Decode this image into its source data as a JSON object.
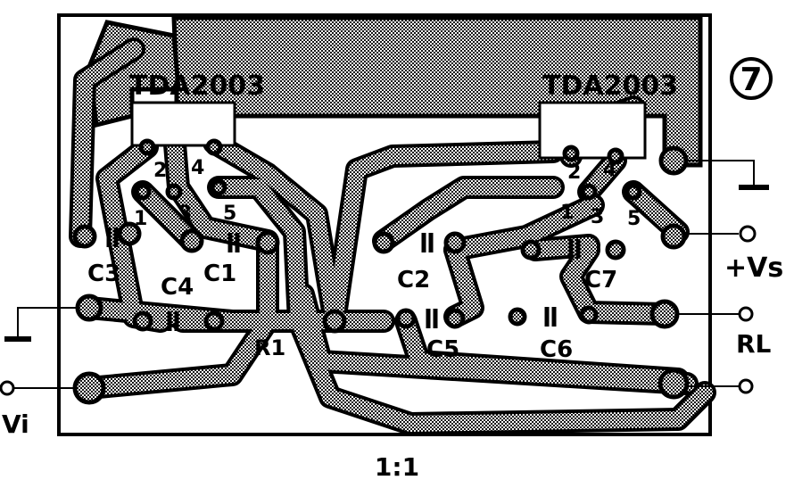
{
  "figure_number": "7",
  "ic_left": {
    "label": "TDA2003",
    "pins": [
      "1",
      "2",
      "3",
      "4",
      "5"
    ]
  },
  "ic_right": {
    "label": "TDA2003",
    "pins": [
      "1",
      "2",
      "3",
      "4",
      "5"
    ]
  },
  "components": {
    "c1": "C1",
    "c2": "C2",
    "c3": "C3",
    "c4": "C4",
    "c5": "C5",
    "c6": "C6",
    "c7": "C7",
    "r1": "R1"
  },
  "terminals": {
    "vs": "+Vs",
    "rl": "RL",
    "vi": "Vi"
  },
  "scale": "1:1",
  "colors": {
    "copper": "#9a9a9a",
    "outline": "#000000",
    "board": "#ffffff"
  }
}
